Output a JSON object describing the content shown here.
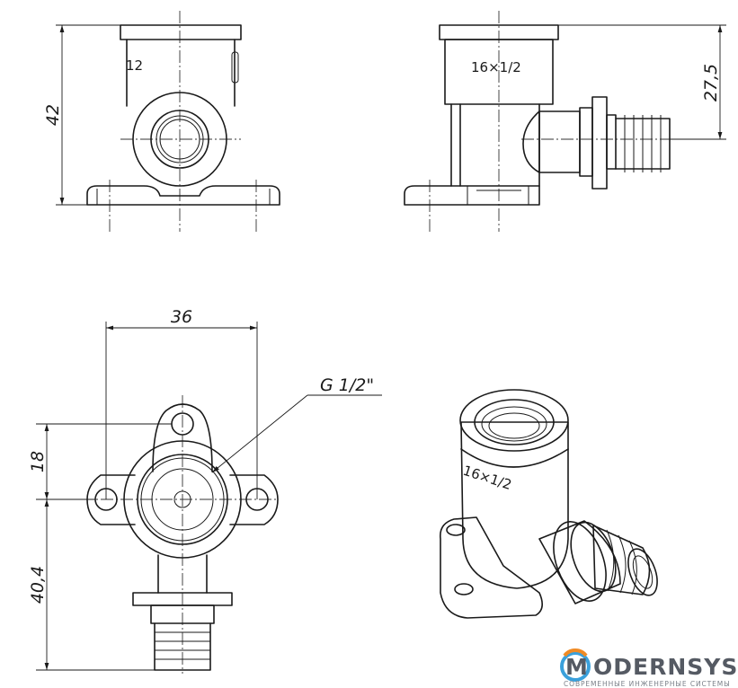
{
  "dimensions": {
    "height_total": "42",
    "outlet_height": "27,5",
    "width_holes": "36",
    "thread_label": "G 1/2\"",
    "upper_offset": "18",
    "lower_offset": "40,4"
  },
  "markings": {
    "size_mark_front": "12",
    "size_mark_side": "16×1/2",
    "size_mark_iso": "16×1/2"
  },
  "logo": {
    "letter": "M",
    "name": "ODERNSYS",
    "tagline": "СОВРЕМЕННЫЕ ИНЖЕНЕРНЫЕ СИСТЕМЫ",
    "colors": {
      "blue": "#3aa0db",
      "orange": "#f08a24",
      "gray": "#555a63"
    }
  }
}
